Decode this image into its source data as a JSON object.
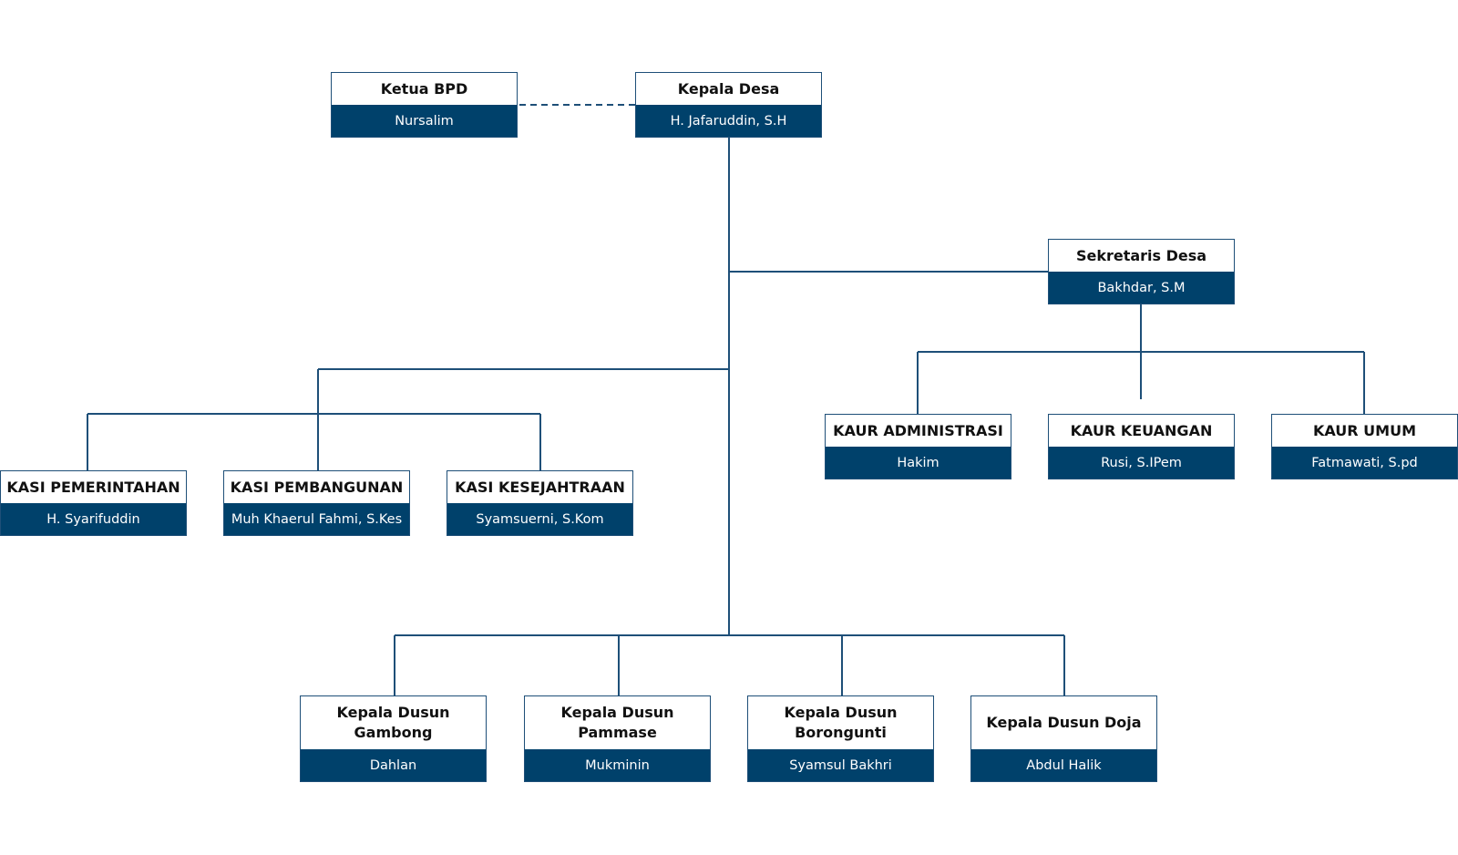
{
  "org_chart": {
    "ketua_bpd": {
      "role": "Ketua BPD",
      "name": "Nursalim"
    },
    "kepala_desa": {
      "role": "Kepala Desa",
      "name": "H. Jafaruddin, S.H"
    },
    "sekretaris_desa": {
      "role": "Sekretaris Desa",
      "name": "Bakhdar, S.M"
    },
    "kaur": [
      {
        "role": "KAUR ADMINISTRASI",
        "name": "Hakim"
      },
      {
        "role": "KAUR KEUANGAN",
        "name": "Rusi, S.IPem"
      },
      {
        "role": "KAUR UMUM",
        "name": "Fatmawati, S.pd"
      }
    ],
    "kasi": [
      {
        "role": "KASI PEMERINTAHAN",
        "name": "H. Syarifuddin"
      },
      {
        "role": "KASI PEMBANGUNAN",
        "name": "Muh Khaerul Fahmi, S.Kes"
      },
      {
        "role": "KASI KESEJAHTRAAN",
        "name": "Syamsuerni, S.Kom"
      }
    ],
    "kepala_dusun": [
      {
        "role": "Kepala Dusun Gambong",
        "name": "Dahlan"
      },
      {
        "role": "Kepala Dusun Pammase",
        "name": "Mukminin"
      },
      {
        "role": "Kepala Dusun Borongunti",
        "name": "Syamsul Bakhri"
      },
      {
        "role": "Kepala Dusun Doja",
        "name": "Abdul Halik"
      }
    ]
  },
  "colors": {
    "accent": "#00416b",
    "border": "#1e4f78"
  }
}
